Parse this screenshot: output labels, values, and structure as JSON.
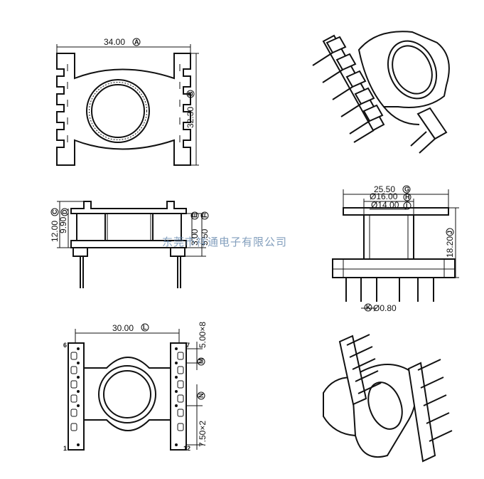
{
  "top_view": {
    "width_dim": "34.00",
    "width_tag": "A",
    "height_dim": "32.30",
    "height_tag": "B"
  },
  "side_view": {
    "dim_total": "12.00",
    "dim_total_tag": "C",
    "dim_body": "9.90",
    "dim_body_tag": "D",
    "dim_upper": "3.00",
    "dim_upper_tag": "E",
    "dim_lower": "5.50",
    "dim_lower_tag": "F"
  },
  "front_view": {
    "flange_dim": "25.50",
    "flange_tag": "G",
    "outer_dia": "Ø16.00",
    "outer_tag": "H",
    "inner_dia": "Ø14.00",
    "inner_tag": "I",
    "height_dim": "18.20",
    "height_tag": "J",
    "pin_dia": "Ø0.80",
    "pin_tag": "K"
  },
  "bottom_view": {
    "span_dim": "30.00",
    "span_tag": "L",
    "pitch_dim": "5.00×8",
    "pitch_tag": "M",
    "pitch2_dim": "7.50×2",
    "pitch2_tag": "N",
    "pin_numbers": [
      "6",
      "7",
      "1",
      "12"
    ]
  },
  "watermark": "东莞市祥通电子有限公司"
}
